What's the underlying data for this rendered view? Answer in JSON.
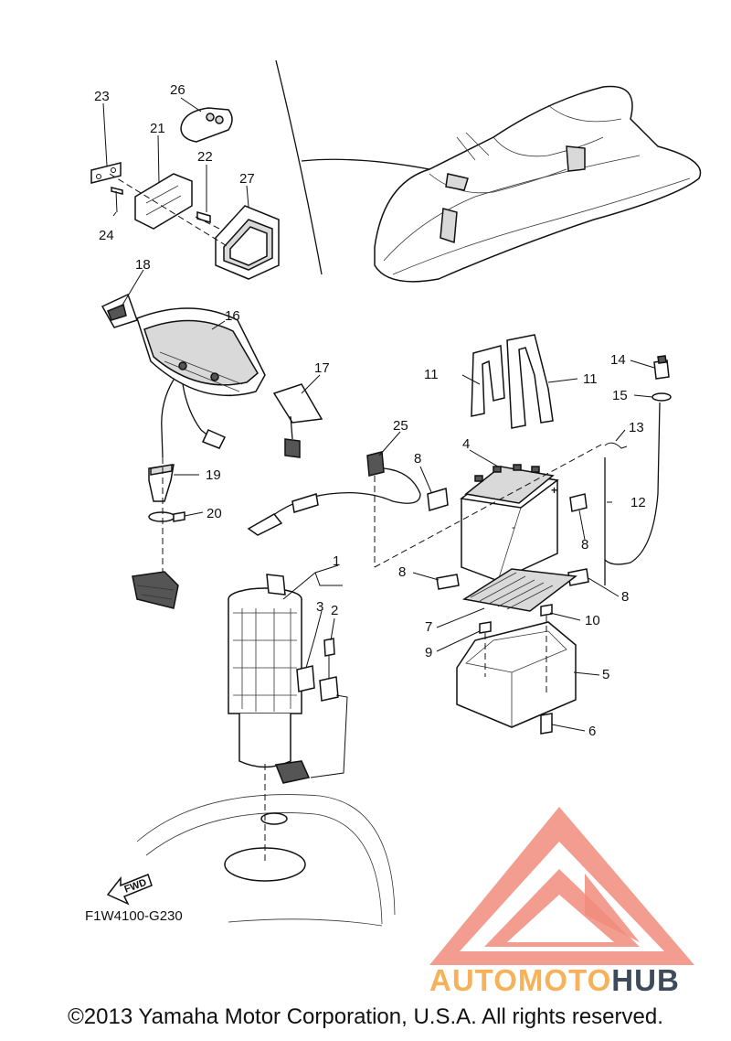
{
  "diagram": {
    "callouts": [
      {
        "id": "c1",
        "text": "1"
      },
      {
        "id": "c2",
        "text": "2"
      },
      {
        "id": "c3",
        "text": "3"
      },
      {
        "id": "c4",
        "text": "4"
      },
      {
        "id": "c5",
        "text": "5"
      },
      {
        "id": "c6",
        "text": "6"
      },
      {
        "id": "c7",
        "text": "7"
      },
      {
        "id": "c8a",
        "text": "8"
      },
      {
        "id": "c8b",
        "text": "8"
      },
      {
        "id": "c8c",
        "text": "8"
      },
      {
        "id": "c8d",
        "text": "8"
      },
      {
        "id": "c9",
        "text": "9"
      },
      {
        "id": "c10",
        "text": "10"
      },
      {
        "id": "c11a",
        "text": "11"
      },
      {
        "id": "c11b",
        "text": "11"
      },
      {
        "id": "c12",
        "text": "12"
      },
      {
        "id": "c13",
        "text": "13"
      },
      {
        "id": "c14",
        "text": "14"
      },
      {
        "id": "c15",
        "text": "15"
      },
      {
        "id": "c16",
        "text": "16"
      },
      {
        "id": "c17",
        "text": "17"
      },
      {
        "id": "c18",
        "text": "18"
      },
      {
        "id": "c19",
        "text": "19"
      },
      {
        "id": "c20",
        "text": "20"
      },
      {
        "id": "c21",
        "text": "21"
      },
      {
        "id": "c22",
        "text": "22"
      },
      {
        "id": "c23",
        "text": "23"
      },
      {
        "id": "c24",
        "text": "24"
      },
      {
        "id": "c25",
        "text": "25"
      },
      {
        "id": "c26",
        "text": "26"
      },
      {
        "id": "c27",
        "text": "27"
      }
    ],
    "fwd_label": "FWD",
    "battery_minus": "-",
    "battery_plus": "+",
    "drawing_code": "F1W4100-G230"
  },
  "watermark": {
    "brand_part1": "AUTOMOTO",
    "brand_part2": "HUB",
    "color_primary": "#f08c7c",
    "color_accent": "#f5b25a",
    "color_dark": "#3d4a5c"
  },
  "footer": {
    "copyright": "©2013 Yamaha Motor Corporation, U.S.A. All rights reserved."
  }
}
